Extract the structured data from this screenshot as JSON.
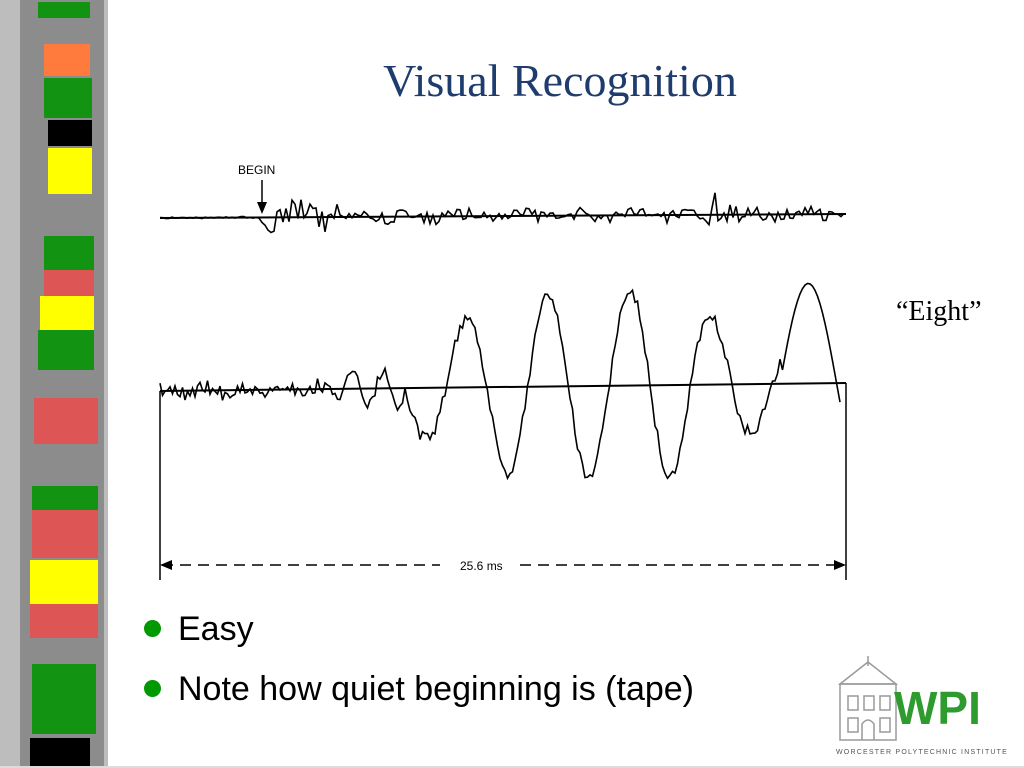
{
  "slide": {
    "title": "Visual Recognition",
    "word_label": "“Eight”",
    "bullets": [
      "Easy",
      "Note how quiet beginning is (tape)"
    ]
  },
  "figure": {
    "begin_label": "BEGIN",
    "duration_label": "25.6 ms"
  },
  "logo": {
    "mark_text": "WPI",
    "tagline": "WORCESTER POLYTECHNIC INSTITUTE",
    "colors": {
      "green": "#2e9b2e",
      "red": "#e63a2a",
      "gray": "#9a9a9a"
    }
  },
  "colors": {
    "title": "#1f3c6e",
    "bullet": "#009900",
    "stripe_blocks": [
      "#129312",
      "#ff7a3d",
      "#129312",
      "#000000",
      "#ffff00",
      "#129312",
      "#dd5555",
      "#ffff00",
      "#129312",
      "#dd5555",
      "#129312",
      "#dd5555",
      "#ffff00",
      "#dd5555",
      "#129312",
      "#000000"
    ]
  }
}
